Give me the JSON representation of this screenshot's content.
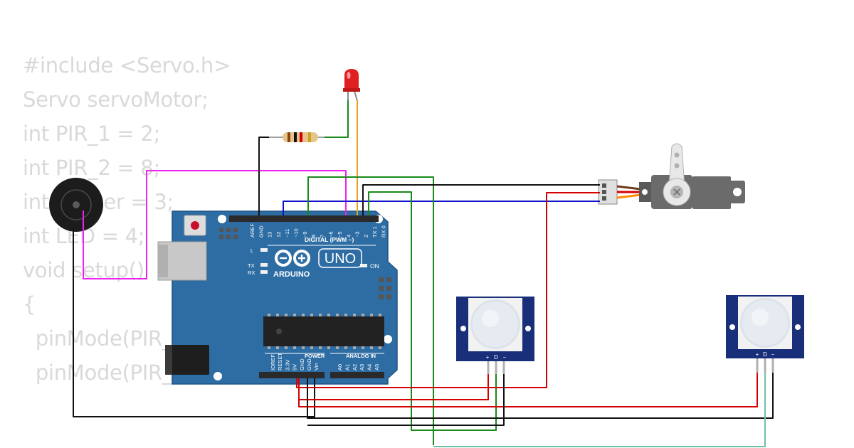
{
  "code": {
    "lines": [
      "#include <Servo.h>",
      "Servo servoMotor;",
      "",
      "int PIR_1 = 2;",
      "int PIR_2 = 8;",
      "int Buzzer = 3;",
      "int LED = 4;",
      "",
      "void setup()",
      "{",
      "  pinMode(PIR_1, INPUT);",
      "  pinMode(PIR_1, INPUT);"
    ]
  },
  "board": {
    "brand": "ARDUINO",
    "model": "UNO",
    "digital_header": "DIGITAL (PWM ~)",
    "power_header": "POWER",
    "analog_header": "ANALOG IN",
    "on_label": "ON",
    "led_labels": [
      "L",
      "TX",
      "RX"
    ],
    "digital_pins": [
      "AREF",
      "GND",
      "13",
      "12",
      "~11",
      "~10",
      "~9",
      "8",
      "7",
      "~6",
      "~5",
      "4",
      "~3",
      "2",
      "TX 1",
      "RX 0"
    ],
    "power_pins": [
      "IOREF",
      "RESET",
      "3.3V",
      "5V",
      "GND",
      "GND",
      "Vin"
    ],
    "analog_pins": [
      "A0",
      "A1",
      "A2",
      "A3",
      "A4",
      "A5"
    ]
  },
  "pir_sensor": {
    "pin_labels": [
      "+",
      "D",
      "−"
    ]
  },
  "colors": {
    "wire_red": "#d40000",
    "wire_green": "#1a8a1a",
    "wire_blue": "#1010c8",
    "wire_black": "#111111",
    "wire_magenta": "#ee22ee",
    "wire_orange": "#e6a020",
    "wire_teal": "#6fbfa8",
    "board_blue": "#2e6da3",
    "pir_navy": "#1a2f7a"
  }
}
